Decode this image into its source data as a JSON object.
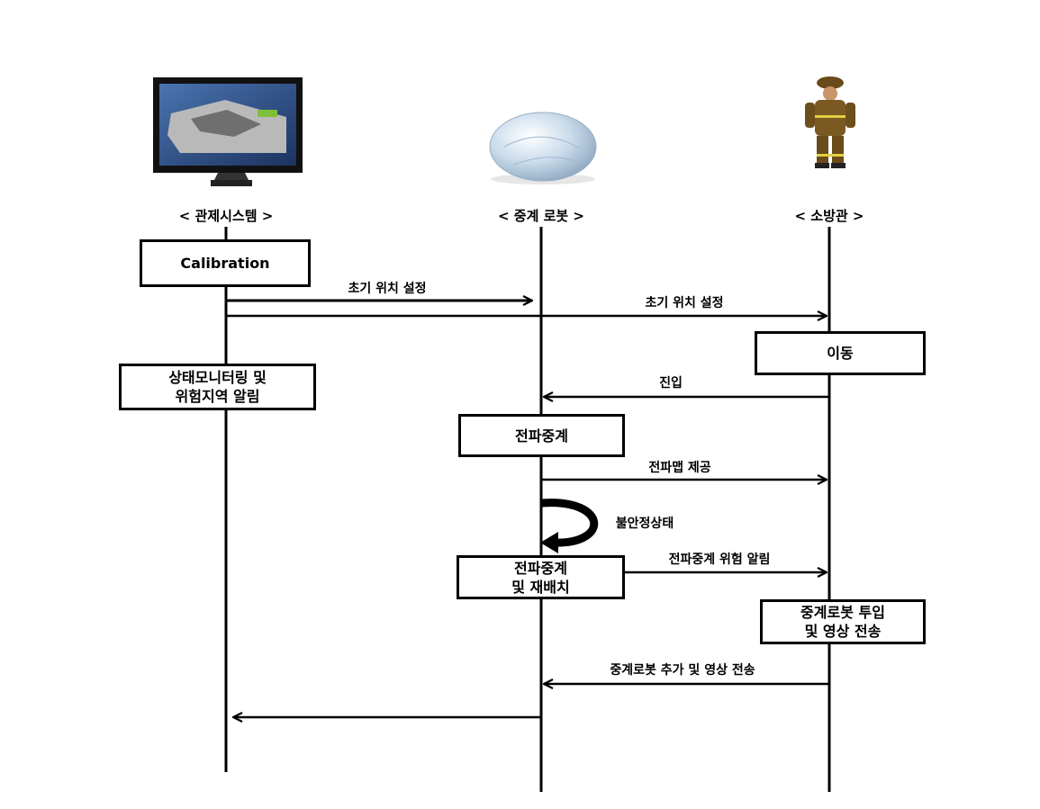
{
  "participants": {
    "control": {
      "label": "< 관제시스템 >"
    },
    "relay": {
      "label": "< 중계 로봇 >"
    },
    "fire": {
      "label": "< 소방관 >"
    }
  },
  "activations": {
    "calibration": "Calibration",
    "move": "이동",
    "status_monitor": "상태모니터링 및\n위험지역 알림",
    "relay_work": "전파중계",
    "relay_redeploy": "전파중계\n및 재배치",
    "robot_deploy": "중계로봇 투입\n및 영상 전송"
  },
  "messages": {
    "init_pos_relay": "초기 위치 설정",
    "init_pos_fire": "초기 위치 설정",
    "enter": "진입",
    "map_provide": "전파맵 제공",
    "unstable": "불안정상태",
    "relay_danger": "전파중계 위험 알림",
    "robot_add": "중계로봇 추가 및 영상 전송"
  },
  "icons": {
    "control": "monitor-icon",
    "relay": "sphere-robot-icon",
    "fire": "firefighter-icon"
  }
}
